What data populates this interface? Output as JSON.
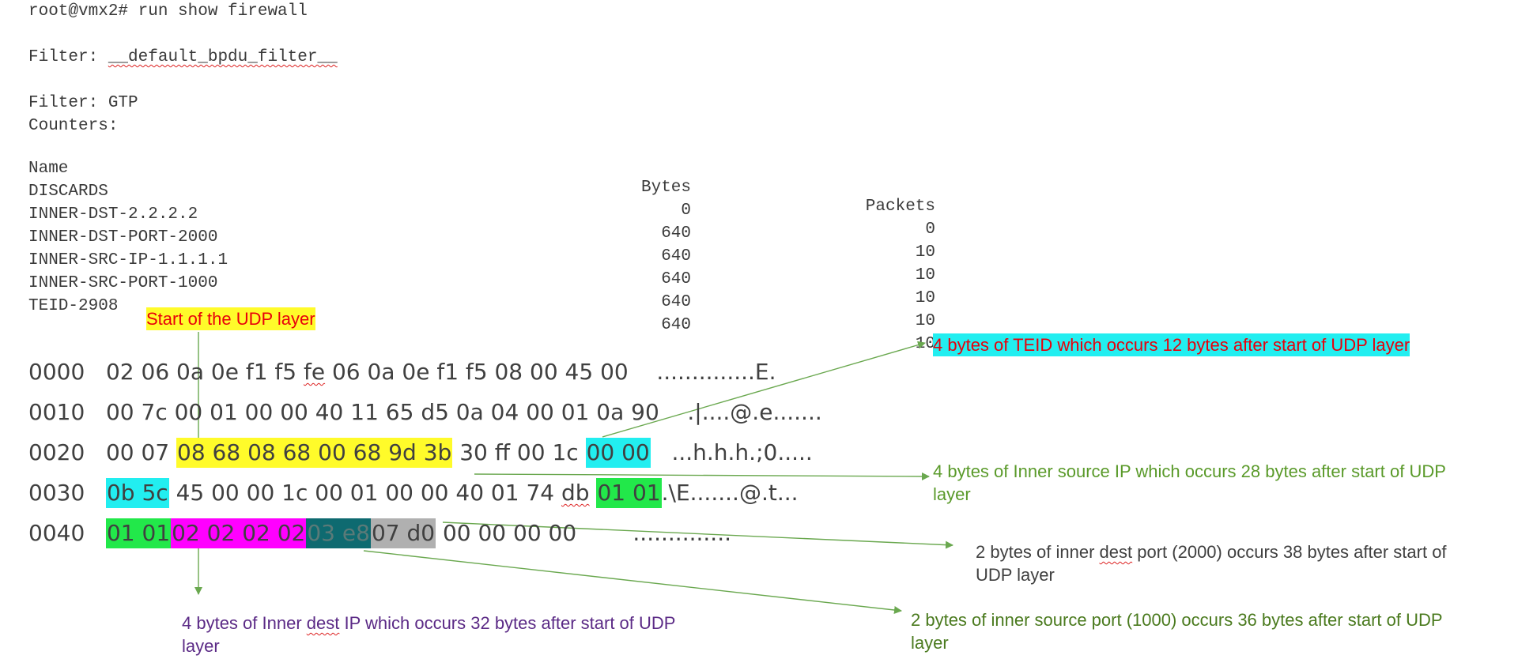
{
  "cli": {
    "prompt": "root@vmx2# run show firewall",
    "filter1_label": "Filter:",
    "filter1_name": "__default_bpdu_filter__",
    "filter2": "Filter: GTP",
    "counters_label": "Counters:",
    "header": {
      "name": "Name",
      "bytes": "Bytes",
      "packets": "Packets"
    },
    "rows": [
      {
        "name": "DISCARDS",
        "bytes": "0",
        "packets": "0"
      },
      {
        "name": "INNER-DST-2.2.2.2",
        "bytes": "640",
        "packets": "10"
      },
      {
        "name": "INNER-DST-PORT-2000",
        "bytes": "640",
        "packets": "10"
      },
      {
        "name": "INNER-SRC-IP-1.1.1.1",
        "bytes": "640",
        "packets": "10"
      },
      {
        "name": "INNER-SRC-PORT-1000",
        "bytes": "640",
        "packets": "10"
      },
      {
        "name": "TEID-2908",
        "bytes": "640",
        "packets": "10"
      }
    ]
  },
  "hexdump": {
    "rows": [
      {
        "offset": "0000",
        "pre": "02 06 0",
        "mid": "a 0e f1 f5 ",
        "squig": "fe",
        "rest": " 06 0a 0e f1 f5 08 00 45 00",
        "ascii": "..............E."
      },
      {
        "offset": "0010",
        "bytes": "00 7c 00 01 00 00 40 11 65 d5 0a 04 00 01 0a 90",
        "ascii": ".|....@.e......."
      },
      {
        "offset": "0020",
        "plain": "00 07 ",
        "yellow": "08 68 08 68 00 68 9d 3b",
        "plain2": " 30 ff 00 1c ",
        "cyan": "00 00",
        "ascii": "...h.h.h.;0....."
      },
      {
        "offset": "0030",
        "cyan": "0b 5c",
        "plain": " 45 00 00 1c 00 01 00 00 40 01 74 ",
        "squig": "db",
        "green": "01 01  ",
        "ascii": ".\\E.......@.t..."
      },
      {
        "offset": "0040",
        "green": "01 01",
        "magenta": "02 02 02 02",
        "teal": "03 e8",
        "gray": "07 d0",
        "plain": " 00 00 00 00",
        "ascii": ".............."
      }
    ]
  },
  "annotations": {
    "udp_start": "Start of the UDP layer",
    "teid": "4 bytes of TEID  which occurs 12 bytes after start of UDP layer",
    "src_ip_l1": "4 bytes of Inner source IP which occurs 28 bytes after start of UDP",
    "src_ip_l2": "layer",
    "dst_port_l1a": "2 bytes of inner ",
    "dst_port_l1b": "dest",
    "dst_port_l1c": " port (2000) occurs 38 bytes after start of",
    "dst_port_l2": "UDP layer",
    "src_port_l1": "2 bytes of inner source port (1000) occurs 36 bytes after start of UDP",
    "src_port_l2": "layer",
    "dst_ip_l1a": "4 bytes of Inner ",
    "dst_ip_l1b": "dest",
    "dst_ip_l1c": " IP which occurs 32 bytes after start of UDP",
    "dst_ip_l2": "layer"
  },
  "colors": {
    "yellow": "#fffb2a",
    "cyan": "#22eef0",
    "green": "#22e84a",
    "magenta": "#ff00ff",
    "teal": "#0e6a70",
    "gray": "#b0b0b0",
    "arrow": "#6aa84f",
    "red_text": "#e8000b",
    "green_text": "#5a9a2a",
    "purple_text": "#5b2a86",
    "dark_green_text": "#4a7a1e"
  }
}
